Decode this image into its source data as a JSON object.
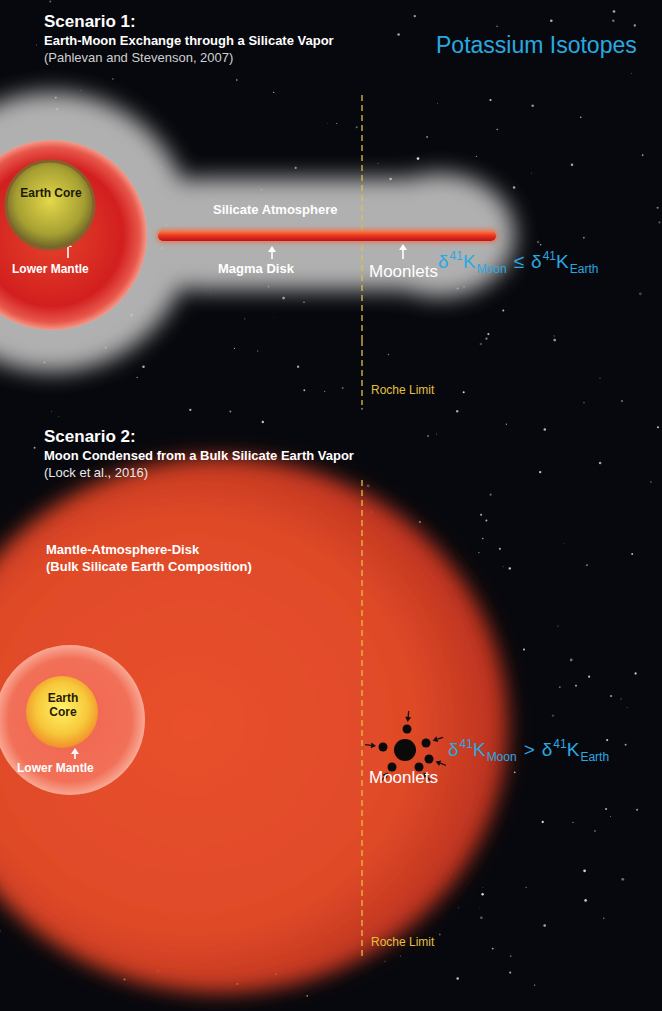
{
  "diagram": {
    "nodes": [
      {
        "text": [
          "Silicate Atmosphere"
        ]
      },
      {
        "text": [
          "Lower Mantle"
        ],
        "in": 0
      },
      {
        "text": [
          "Earth Core"
        ],
        "in": 1
      },
      {
        "text": [
          "Mantle-Atmosphere-Disk",
          "(Bulk Silicate Earth Composition)"
        ]
      },
      {
        "text": [
          "Lower Mantle"
        ],
        "in": 3
      },
      {
        "text": [
          "Earth Core"
        ],
        "in": 4
      }
    ],
    "labels": [
      "Scenario 1:",
      "Earth-Moon Exchange through a Silicate Vapor",
      "(Pahlevan and Stevenson, 2007)",
      "Potassium Isotopes",
      "Magma Disk",
      "Moonlets",
      "δ",
      "41",
      "K",
      "Moon",
      "≤",
      "δ",
      "41",
      "K",
      "Earth",
      "Roche Limit",
      "Scenario 2:",
      "Moon Condensed from a Bulk Silicate Earth Vapor",
      "(Lock et al., 2016)",
      "Moonlets",
      "δ",
      "41",
      "K",
      "Moon",
      ">",
      "δ",
      "41",
      "K",
      "Earth",
      "Roche Limit"
    ]
  }
}
